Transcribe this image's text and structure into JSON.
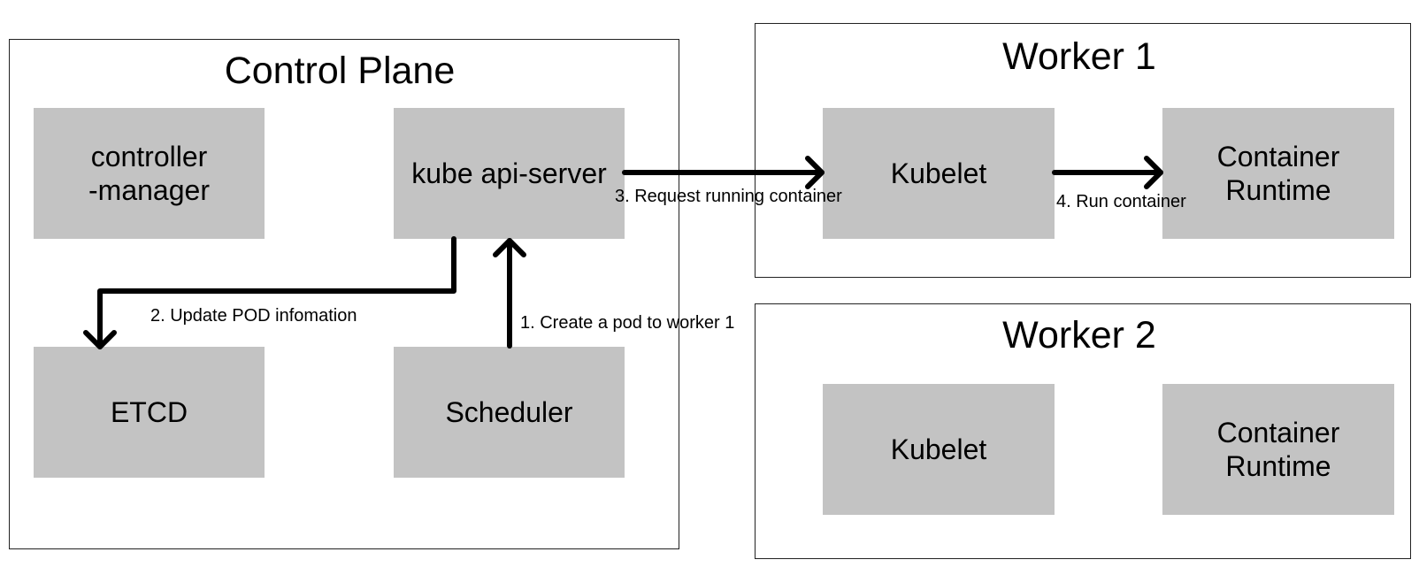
{
  "panels": {
    "control_plane": {
      "title": "Control Plane",
      "boxes": {
        "controller_manager": "controller\n-manager",
        "api_server": "kube api-server",
        "etcd": "ETCD",
        "scheduler": "Scheduler"
      }
    },
    "worker1": {
      "title": "Worker 1",
      "boxes": {
        "kubelet": "Kubelet",
        "runtime": "Container\nRuntime"
      }
    },
    "worker2": {
      "title": "Worker 2",
      "boxes": {
        "kubelet": "Kubelet",
        "runtime": "Container\nRuntime"
      }
    }
  },
  "steps": {
    "step1": "1. Create a pod to worker 1",
    "step2": "2. Update POD infomation",
    "step3": "3. Request running container",
    "step4": "4. Run container"
  },
  "colors": {
    "box_fill": "#c3c3c3",
    "border": "#222222",
    "arrow": "#000000"
  }
}
